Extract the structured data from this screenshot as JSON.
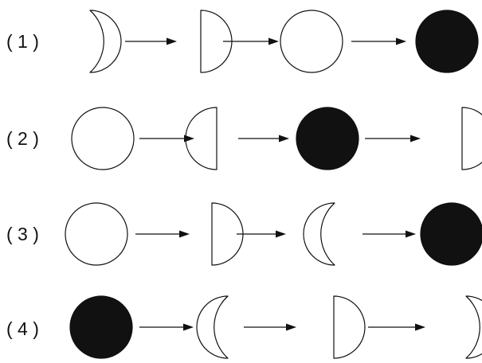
{
  "colors": {
    "ink": "#111111",
    "filled": "#111111",
    "empty": "#ffffff"
  },
  "rows": [
    {
      "label": "( 1 )",
      "phases": [
        {
          "icon": "right-crescent-icon",
          "fill": "empty"
        },
        {
          "icon": "right-half-icon",
          "fill": "empty"
        },
        {
          "icon": "full-circle-icon",
          "fill": "empty"
        },
        {
          "icon": "full-circle-icon",
          "fill": "filled"
        }
      ]
    },
    {
      "label": "( 2 )",
      "phases": [
        {
          "icon": "full-circle-icon",
          "fill": "empty"
        },
        {
          "icon": "left-half-icon",
          "fill": "empty"
        },
        {
          "icon": "full-circle-icon",
          "fill": "filled"
        },
        {
          "icon": "right-half-icon",
          "fill": "empty"
        }
      ]
    },
    {
      "label": "( 3 )",
      "phases": [
        {
          "icon": "full-circle-icon",
          "fill": "empty"
        },
        {
          "icon": "right-half-icon",
          "fill": "empty"
        },
        {
          "icon": "left-crescent-icon",
          "fill": "empty"
        },
        {
          "icon": "full-circle-icon",
          "fill": "filled"
        }
      ]
    },
    {
      "label": "( 4 )",
      "phases": [
        {
          "icon": "full-circle-icon",
          "fill": "filled"
        },
        {
          "icon": "left-crescent-icon",
          "fill": "empty"
        },
        {
          "icon": "right-half-icon",
          "fill": "empty"
        },
        {
          "icon": "right-crescent-icon",
          "fill": "empty"
        }
      ]
    }
  ]
}
